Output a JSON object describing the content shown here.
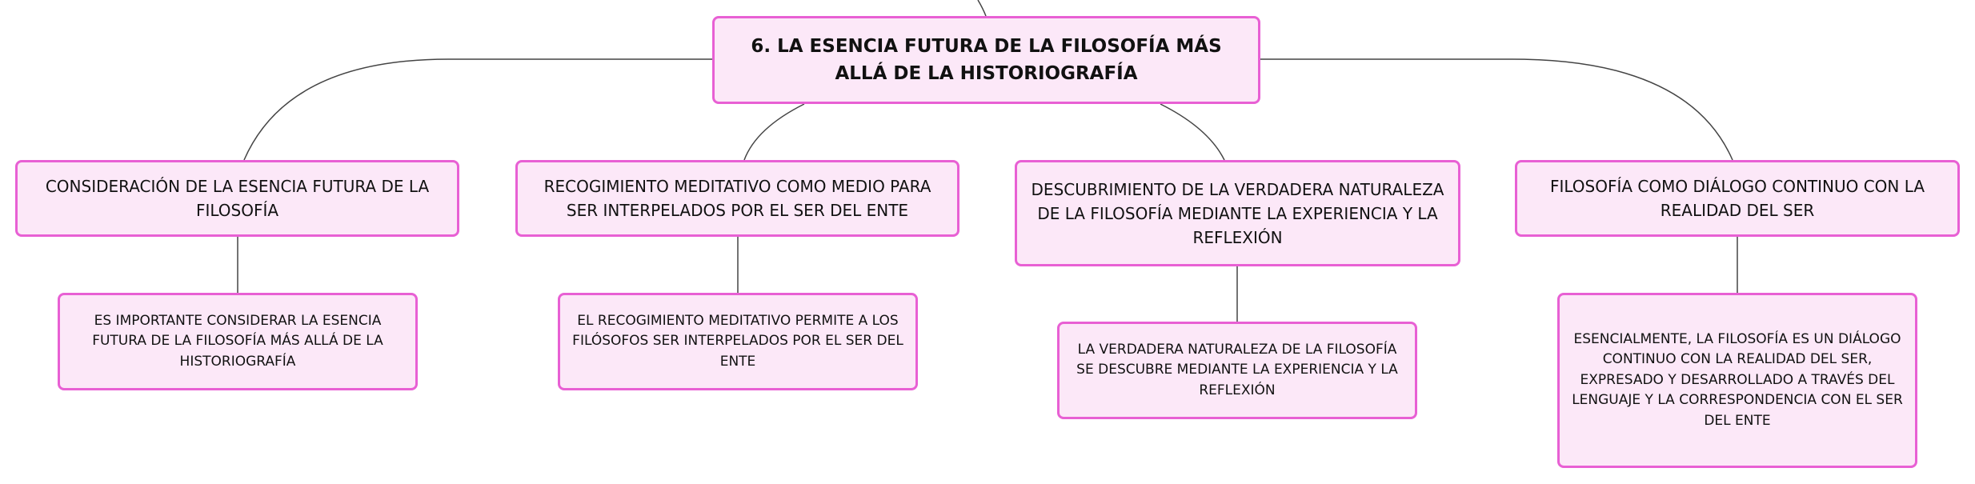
{
  "diagram": {
    "type": "mind-map",
    "colors": {
      "node_fill": "#fce8f8",
      "node_border": "#e860d4",
      "connector": "#444444",
      "text": "#111111"
    },
    "root": {
      "text": "6. LA ESENCIA FUTURA DE LA FILOSOFÍA MÁS ALLÁ DE LA HISTORIOGRAFÍA"
    },
    "branches": [
      {
        "text": "CONSIDERACIÓN DE LA ESENCIA FUTURA DE LA FILOSOFÍA",
        "detail": "ES IMPORTANTE CONSIDERAR LA ESENCIA FUTURA DE LA FILOSOFÍA MÁS ALLÁ DE LA HISTORIOGRAFÍA"
      },
      {
        "text": "RECOGIMIENTO MEDITATIVO COMO MEDIO PARA SER INTERPELADOS POR EL SER DEL ENTE",
        "detail": "EL RECOGIMIENTO MEDITATIVO PERMITE A LOS FILÓSOFOS SER INTERPELADOS POR EL SER DEL ENTE"
      },
      {
        "text": "DESCUBRIMIENTO DE LA VERDADERA NATURALEZA DE LA FILOSOFÍA MEDIANTE LA EXPERIENCIA Y LA REFLEXIÓN",
        "detail": "LA VERDADERA NATURALEZA DE LA FILOSOFÍA SE DESCUBRE MEDIANTE LA EXPERIENCIA Y LA REFLEXIÓN"
      },
      {
        "text": "FILOSOFÍA COMO DIÁLOGO CONTINUO CON LA REALIDAD DEL SER",
        "detail": "ESENCIALMENTE, LA FILOSOFÍA ES UN DIÁLOGO CONTINUO CON LA REALIDAD DEL SER, EXPRESADO Y DESARROLLADO A TRAVÉS DEL LENGUAJE Y LA CORRESPONDENCIA CON EL SER DEL ENTE"
      }
    ]
  }
}
